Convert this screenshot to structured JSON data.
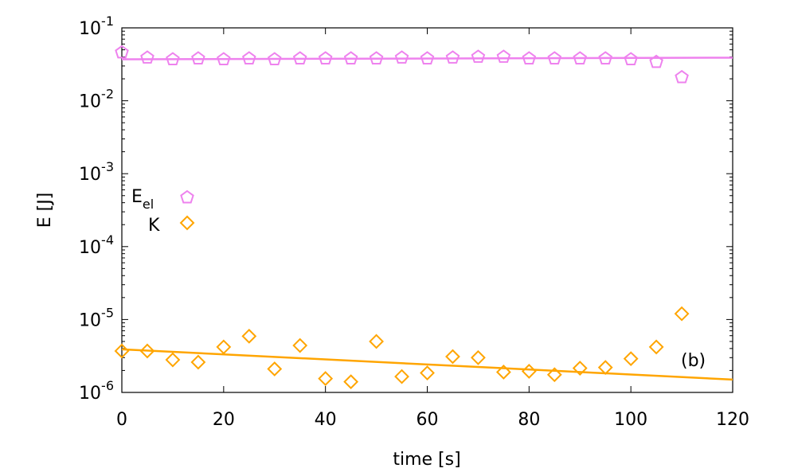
{
  "chart_data": {
    "type": "scatter",
    "xlabel": "time [s]",
    "ylabel": "E [J]",
    "annotation": "(b)",
    "xlim": [
      0,
      120
    ],
    "ylim": [
      1e-06,
      0.1
    ],
    "yscale": "log",
    "x_ticks": [
      "0",
      "20",
      "40",
      "60",
      "80",
      "100",
      "120"
    ],
    "y_ticks": [
      {
        "base": "10",
        "exp": "-6"
      },
      {
        "base": "10",
        "exp": "-5"
      },
      {
        "base": "10",
        "exp": "-4"
      },
      {
        "base": "10",
        "exp": "-3"
      },
      {
        "base": "10",
        "exp": "-2"
      },
      {
        "base": "10",
        "exp": "-1"
      }
    ],
    "legend": {
      "position": "left-center",
      "entries": [
        {
          "label_main": "E",
          "label_sub": "el"
        },
        {
          "label_main": "K",
          "label_sub": ""
        }
      ]
    },
    "series": [
      {
        "name": "E_el",
        "marker": "pentagon",
        "color": "#ee82ee",
        "x": [
          0,
          5,
          10,
          15,
          20,
          25,
          30,
          35,
          40,
          45,
          50,
          55,
          60,
          65,
          70,
          75,
          80,
          85,
          90,
          95,
          100,
          105,
          110
        ],
        "y": [
          0.046,
          0.039,
          0.037,
          0.038,
          0.037,
          0.038,
          0.037,
          0.038,
          0.038,
          0.038,
          0.038,
          0.039,
          0.038,
          0.039,
          0.04,
          0.04,
          0.038,
          0.038,
          0.038,
          0.038,
          0.037,
          0.034,
          0.021
        ],
        "fit": {
          "x": [
            0,
            120
          ],
          "y": [
            0.037,
            0.039
          ]
        }
      },
      {
        "name": "K",
        "marker": "diamond",
        "color": "#ffa500",
        "x": [
          0,
          5,
          10,
          15,
          20,
          25,
          30,
          35,
          40,
          45,
          50,
          55,
          60,
          65,
          70,
          75,
          80,
          85,
          90,
          95,
          100,
          105,
          110
        ],
        "y": [
          3.7e-06,
          3.7e-06,
          2.8e-06,
          2.6e-06,
          4.2e-06,
          5.9e-06,
          2.1e-06,
          4.4e-06,
          1.55e-06,
          1.4e-06,
          5e-06,
          1.65e-06,
          1.85e-06,
          3.1e-06,
          3e-06,
          1.9e-06,
          1.95e-06,
          1.75e-06,
          2.15e-06,
          2.2e-06,
          2.9e-06,
          4.2e-06,
          1.2e-05
        ],
        "fit": {
          "x": [
            0,
            120
          ],
          "y": [
            3.9e-06,
            1.5e-06
          ]
        }
      }
    ]
  }
}
